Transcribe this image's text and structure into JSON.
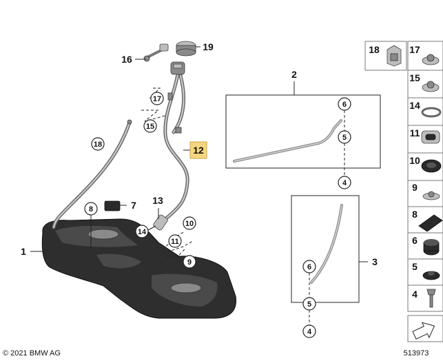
{
  "copyright": "© 2021 BMW AG",
  "diagram_number": "513973",
  "highlighted_part": "12",
  "callouts": {
    "c1": "1",
    "c2": "2",
    "c3": "3",
    "c4a": "4",
    "c4b": "4",
    "c5a": "5",
    "c5b": "5",
    "c6a": "6",
    "c6b": "6",
    "c7": "7",
    "c8": "8",
    "c9": "9",
    "c10": "10",
    "c11": "11",
    "c12": "12",
    "c13": "13",
    "c14": "14",
    "c15": "15",
    "c16": "16",
    "c17": "17",
    "c18": "18",
    "c19": "19"
  },
  "sidebar_parts": {
    "p18": "18",
    "p17": "17",
    "p15": "15",
    "p14": "14",
    "p11": "11",
    "p10": "10",
    "p9": "9",
    "p8": "8",
    "p6": "6",
    "p5": "5",
    "p4": "4"
  }
}
